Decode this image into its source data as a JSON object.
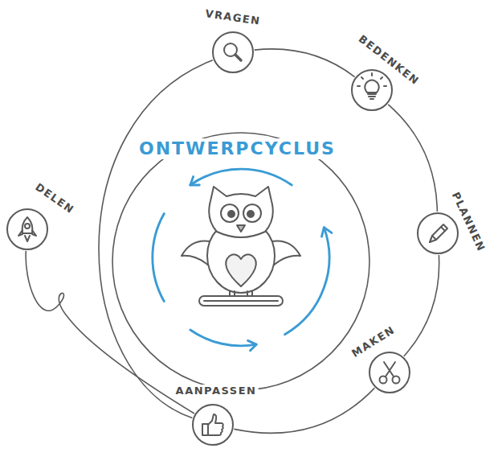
{
  "diagram": {
    "title": "ONTWERPCYCLUS",
    "nodes": [
      {
        "text": [
          "VRAGEN"
        ]
      },
      {
        "text": [
          "BEDENKEN"
        ]
      },
      {
        "text": [
          "PLANNEN"
        ]
      },
      {
        "text": [
          "MAKEN"
        ]
      },
      {
        "text": [
          "AANPASSEN"
        ]
      },
      {
        "text": [
          "DELEN"
        ]
      }
    ],
    "edges": [
      {
        "from": 0,
        "to": 1,
        "arrow": "none"
      },
      {
        "from": 1,
        "to": 2,
        "arrow": "none"
      },
      {
        "from": 2,
        "to": 3,
        "arrow": "none"
      },
      {
        "from": 3,
        "to": 4,
        "arrow": "none"
      },
      {
        "from": 4,
        "to": 0,
        "arrow": "none"
      },
      {
        "from": 4,
        "to": 5,
        "arrow": "none"
      }
    ]
  }
}
